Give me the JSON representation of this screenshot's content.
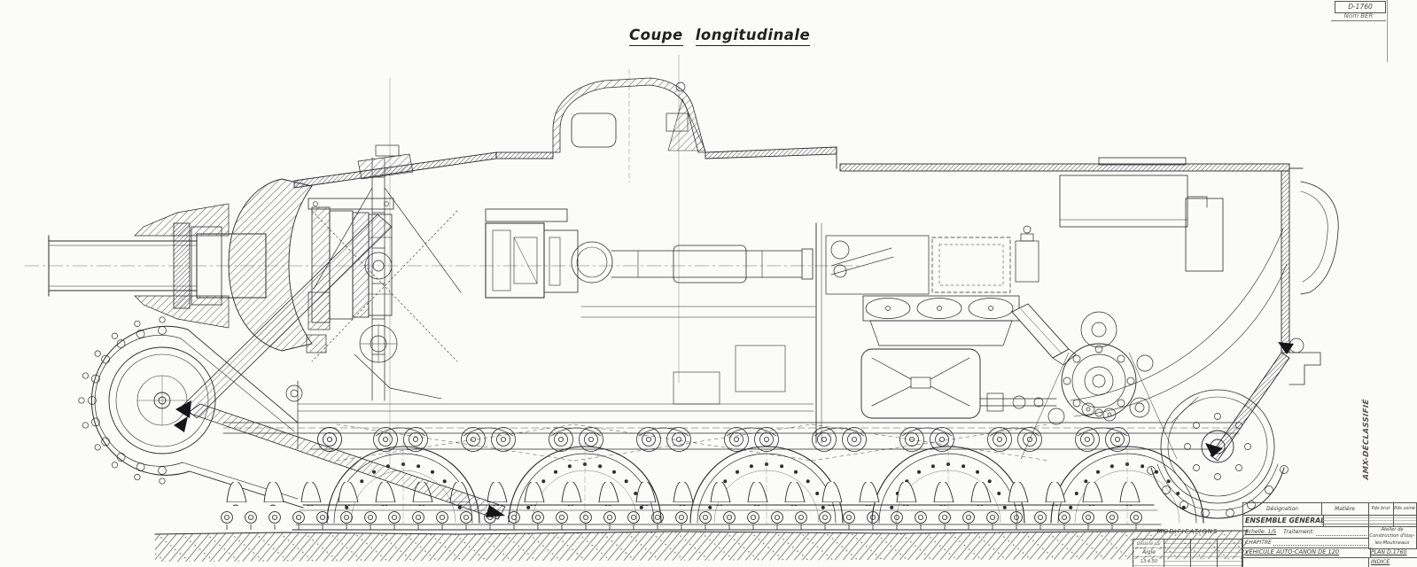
{
  "page": {
    "background": "#fbfbf9",
    "ink": "#2b2b30"
  },
  "title": {
    "word1": "Coupe",
    "word2": "longitudinale"
  },
  "corner_ref": {
    "plan_no": "D-1760",
    "nom_line": "Nom  BER"
  },
  "stamp": {
    "text": "AMX-DÉCLASSIFIÉ"
  },
  "title_block": {
    "col_designation": "Désignation",
    "col_matiere": "Matière",
    "col_pds_brut": "Pds brut",
    "col_pds_usine": "Pds usiné",
    "designation_value": "ENSEMBLE GÉNÉRAL",
    "echelle": "Echelle: 1/5",
    "traitement": "Traitement:",
    "chapitre": "CHAPITRE",
    "vehicule": "VÉHICULE AUTO-CANON DE 120",
    "atelier": "Atelier de Construction d'Issy-les-Moulineaux",
    "plan": "PLAN D.1760",
    "indice": "INDICE"
  },
  "modifications": {
    "header": "MODIFICATIONS",
    "dessine_par": "Dessiné par",
    "dessinateur": "Aigle",
    "date": "13.4.50"
  }
}
